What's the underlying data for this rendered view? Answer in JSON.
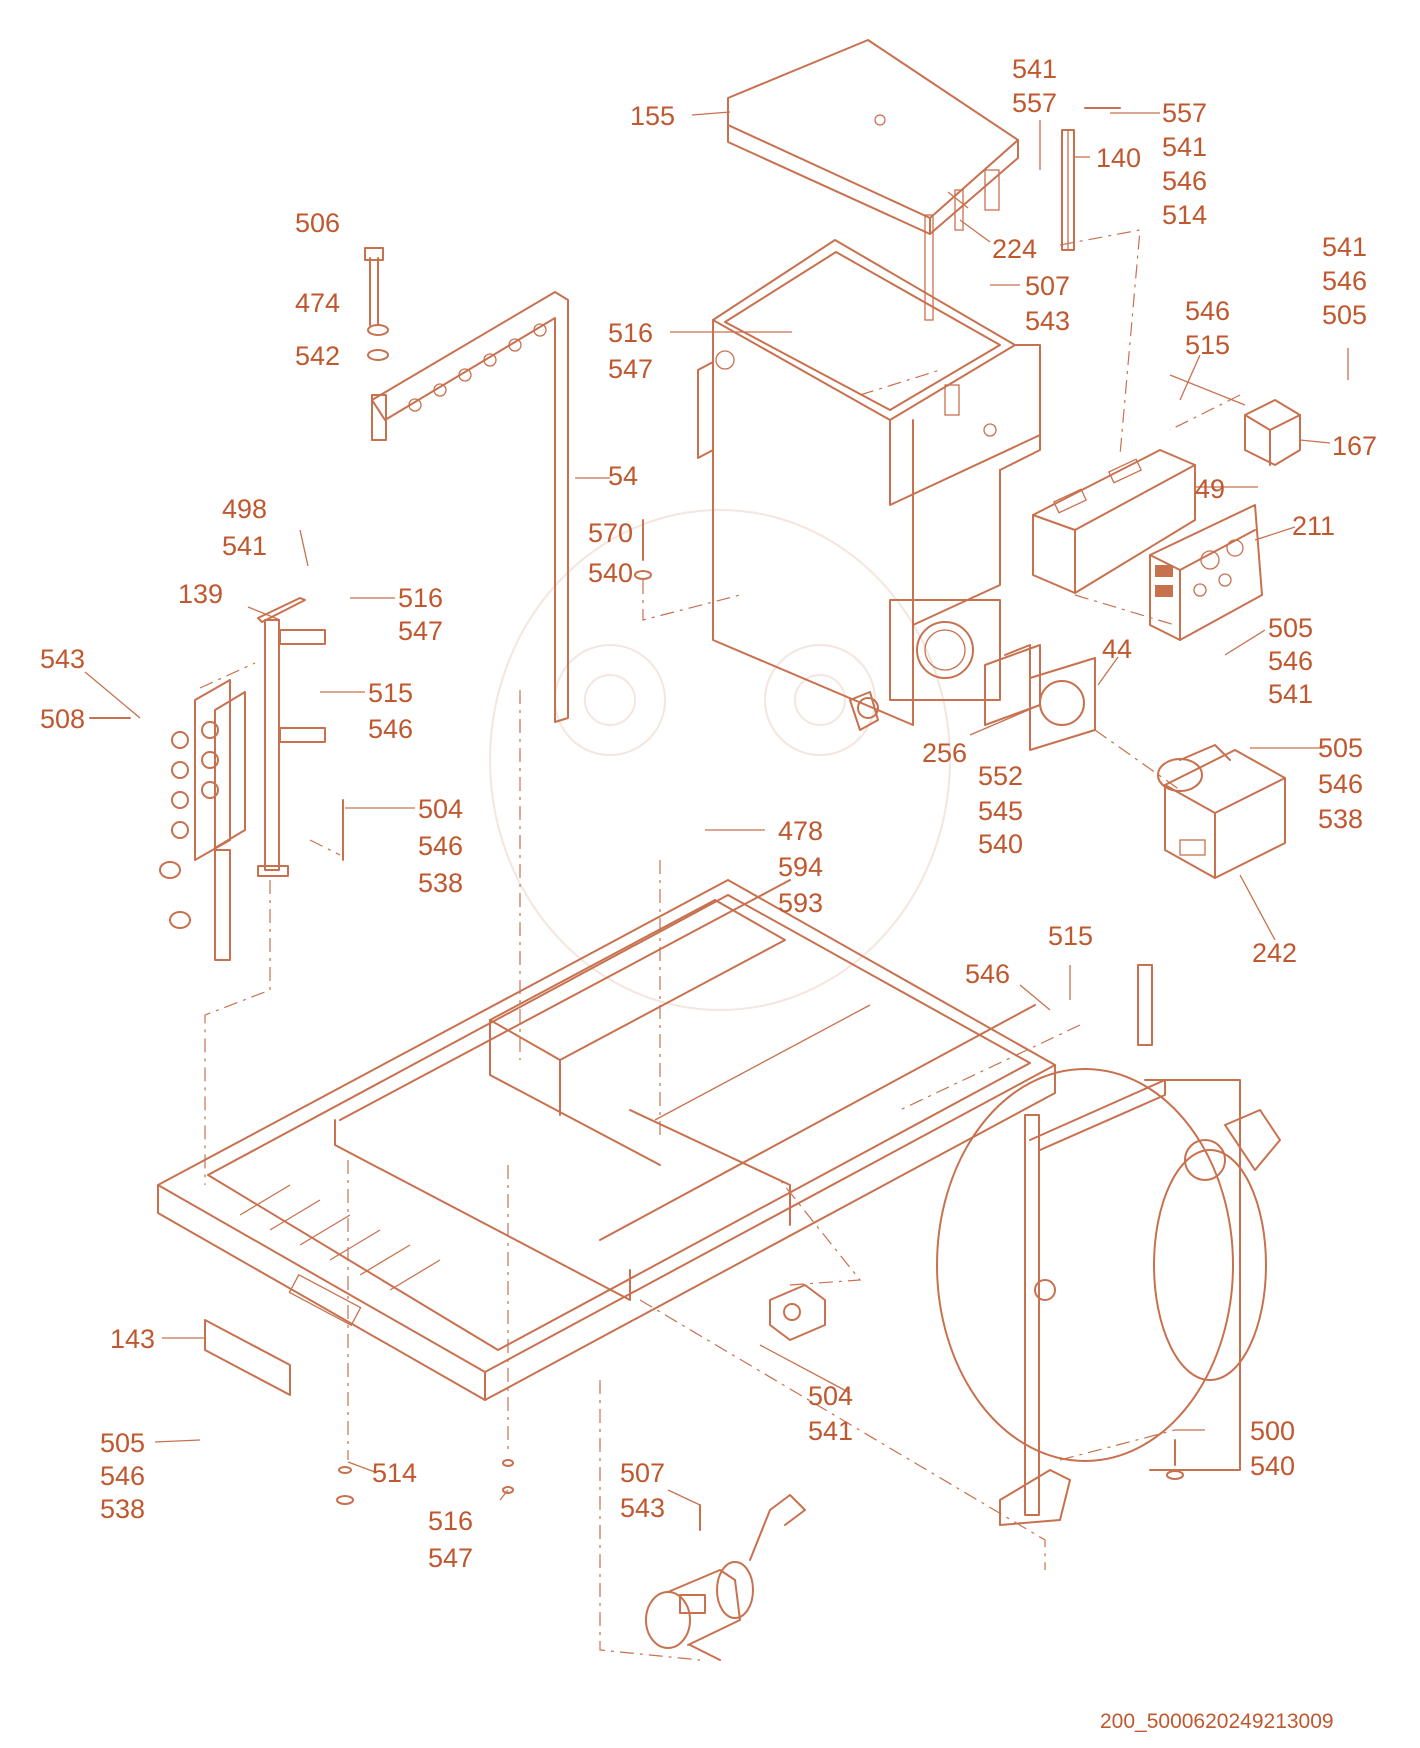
{
  "document_id": "200_5000620249213009",
  "colors": {
    "line": "#c8714f",
    "text": "#c0582f",
    "background": "#ffffff"
  },
  "labels": {
    "l155": "155",
    "l541a": "541",
    "l557a": "557",
    "l557b": "557",
    "l541b": "541",
    "l546a": "546",
    "l514a": "514",
    "l140": "140",
    "l224": "224",
    "l507a": "507",
    "l543a": "543",
    "l506": "506",
    "l474": "474",
    "l542": "542",
    "l516a": "516",
    "l547a": "547",
    "l541c": "541",
    "l546b": "546",
    "l505a": "505",
    "l546c": "546",
    "l515a": "515",
    "l167": "167",
    "l49": "49",
    "l54": "54",
    "l570": "570",
    "l540a": "540",
    "l211": "211",
    "l498": "498",
    "l541d": "541",
    "l139": "139",
    "l516b": "516",
    "l547b": "547",
    "l543b": "543",
    "l508": "508",
    "l515b": "515",
    "l546d": "546",
    "l505b": "505",
    "l546e": "546",
    "l541e": "541",
    "l44": "44",
    "l256": "256",
    "l552": "552",
    "l545": "545",
    "l540b": "540",
    "l505c": "505",
    "l546f": "546",
    "l538a": "538",
    "l504a": "504",
    "l546g": "546",
    "l538b": "538",
    "l478": "478",
    "l594": "594",
    "l593": "593",
    "l242": "242",
    "l515c": "515",
    "l546h": "546",
    "l143": "143",
    "l504b": "504",
    "l541f": "541",
    "l500": "500",
    "l540c": "540",
    "l505d": "505",
    "l546i": "546",
    "l538c": "538",
    "l514b": "514",
    "l516c": "516",
    "l547c": "547",
    "l507b": "507",
    "l543c": "543"
  }
}
